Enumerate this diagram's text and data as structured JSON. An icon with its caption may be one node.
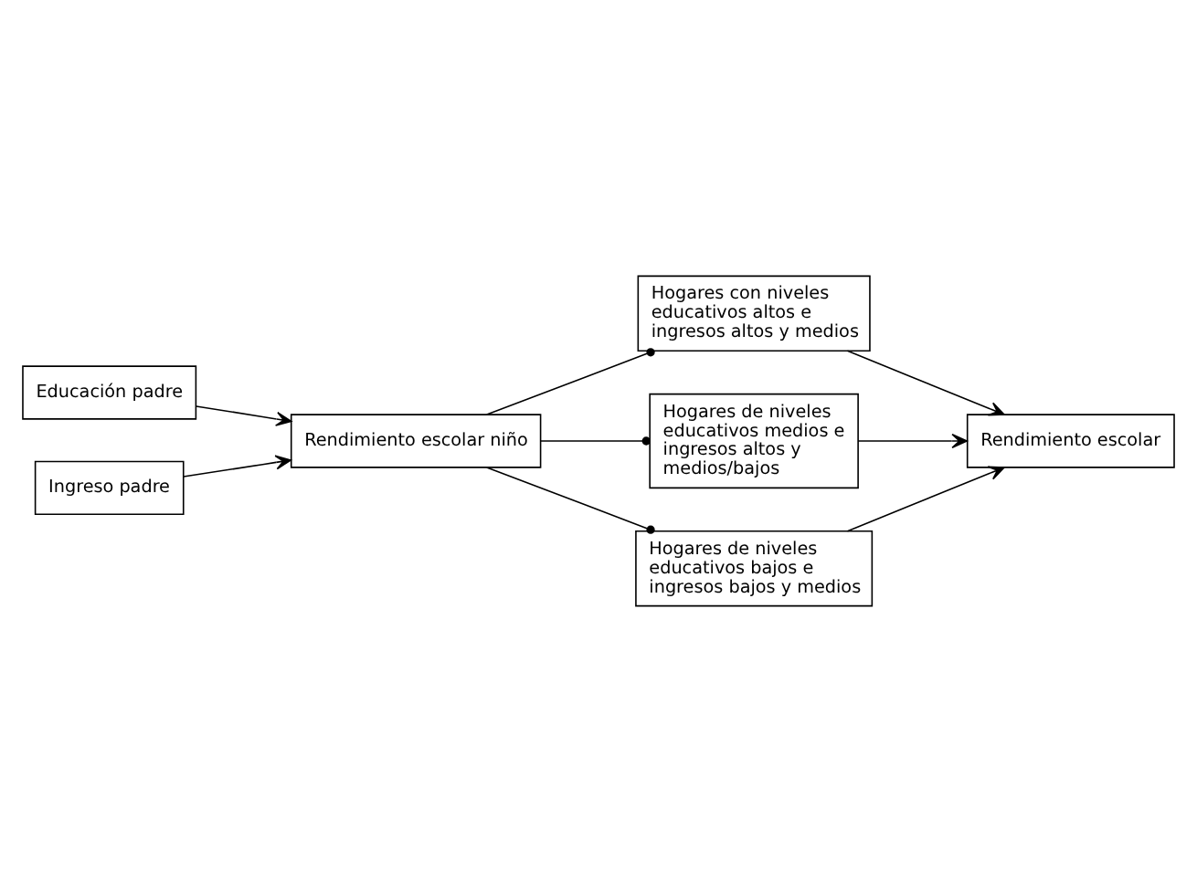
{
  "diagram": {
    "nodes": [
      {
        "text": [
          "Educación padre"
        ]
      },
      {
        "text": [
          "Ingreso padre"
        ]
      },
      {
        "text": [
          "Rendimiento escolar niño"
        ]
      },
      {
        "text": [
          "Hogares con niveles educativos altos e ingresos altos y medios"
        ]
      },
      {
        "text": [
          "Hogares de niveles educativos medios e ingresos altos y medios/bajos"
        ]
      },
      {
        "text": [
          "Hogares de niveles educativos bajos e ingresos bajos y medios"
        ]
      },
      {
        "text": [
          "Rendimiento escolar"
        ]
      }
    ],
    "edges": [
      {
        "from": 0,
        "to": 2,
        "arrow": "to"
      },
      {
        "from": 1,
        "to": 2,
        "arrow": "to"
      },
      {
        "from": 2,
        "to": 3,
        "arrow": "other"
      },
      {
        "from": 2,
        "to": 4,
        "arrow": "other"
      },
      {
        "from": 2,
        "to": 5,
        "arrow": "other"
      },
      {
        "from": 3,
        "to": 6,
        "arrow": "to"
      },
      {
        "from": 4,
        "to": 6,
        "arrow": "to"
      },
      {
        "from": 5,
        "to": 6,
        "arrow": "to"
      }
    ]
  }
}
